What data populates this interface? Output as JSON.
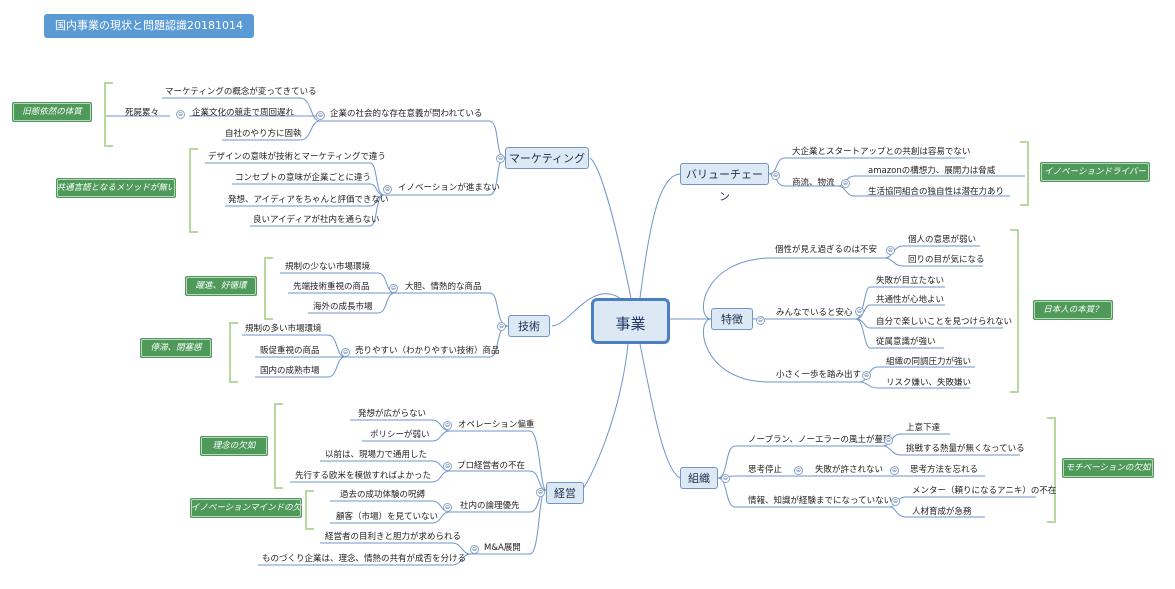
{
  "title": "国内事業の現状と問題認識20181014",
  "center": "事業",
  "toggle_symbol": "⊖",
  "colors": {
    "branch_line": "#6f95c9",
    "node_fill": "#dde8f5",
    "tag_fill": "#4f9a5a",
    "bracket": "#b9d8a0"
  },
  "marketing": {
    "label": "マーケティング",
    "social": "企業の社会的な存在意義が問われている",
    "social_items": [
      "マーケティングの概念が変ってきている",
      "企業文化の競走で周回遅れ",
      "自社のやり方に固執"
    ],
    "shibo": "死屍累々",
    "innovation": "イノベーションが進まない",
    "innovation_items": [
      "デザインの意味が技術とマーケティングで違う",
      "コンセプトの意味が企業ごとに違う",
      "発想、アイディアをちゃんと評価できない",
      "良いアイディアが社内を通らない"
    ],
    "tag1": "旧態依然の体質",
    "tag2": "共通言語となるメソッドが無い"
  },
  "tech": {
    "label": "技術",
    "bold": "大胆、情熱的な商品",
    "bold_items": [
      "規制の少ない市場環境",
      "先端技術重視の商品",
      "海外の成長市場"
    ],
    "sell": "売りやすい（わかりやすい技術）商品",
    "sell_items": [
      "規制の多い市場環境",
      "販促重視の商品",
      "国内の成熟市場"
    ],
    "tag1": "躍進、好循環",
    "tag2": "停滞、閉塞感"
  },
  "management": {
    "label": "経営",
    "operation": "オペレーション偏重",
    "operation_items": [
      "発想が広がらない",
      "ポリシーが弱い"
    ],
    "pro": "プロ経営者の不在",
    "pro_items": [
      "以前は、現場力で通用した",
      "先行する欧米を模倣すればよかった"
    ],
    "logic": "社内の論理優先",
    "logic_items": [
      "過去の成功体験の呪縛",
      "顧客（市場）を見ていない"
    ],
    "ma": "M&A展開",
    "ma_items": [
      "経営者の目利きと胆力が求められる",
      "ものづくり企業は、理念、情熱の共有が成否を分ける"
    ],
    "tag1": "理念の欠如",
    "tag2": "イノベーションマインドの欠如"
  },
  "value_chain": {
    "label": "バリューチェーン",
    "item1": "大企業とスタートアップとの共創は容易でない",
    "logistics": "商流、物流",
    "logistics_items": [
      "amazonの構想力、展開力は脅威",
      "生活協同組合の独自性は潜在力あり"
    ],
    "tag": "イノベーションドライバーか？"
  },
  "feature": {
    "label": "特徴",
    "g1": "個性が見え過ぎるのは不安",
    "g1_items": [
      "個人の意思が弱い",
      "回りの目が気になる"
    ],
    "g2": "みんなでいると安心",
    "g2_items": [
      "失敗が目立たない",
      "共通性が心地よい",
      "自分で楽しいことを見つけられない",
      "従属意識が強い"
    ],
    "g3": "小さく一歩を踏み出す",
    "g3_items": [
      "組織の同調圧力が強い",
      "リスク嫌い、失敗嫌い"
    ],
    "tag": "日本人の本質？"
  },
  "org": {
    "label": "組織",
    "g1": "ノープラン、ノーエラーの風土が蔓延",
    "g1_items": [
      "上意下達",
      "挑戦する熱量が無くなっている"
    ],
    "g2": "思考停止",
    "g2_sub": "失敗が許されない",
    "g2_items": [
      "思考方法を忘れる"
    ],
    "g3": "情報、知識が経験までになっていない",
    "g3_items": [
      "メンター（頼りになるアニキ）の不在",
      "人材育成が急務"
    ],
    "tag": "モチベーションの欠如"
  }
}
